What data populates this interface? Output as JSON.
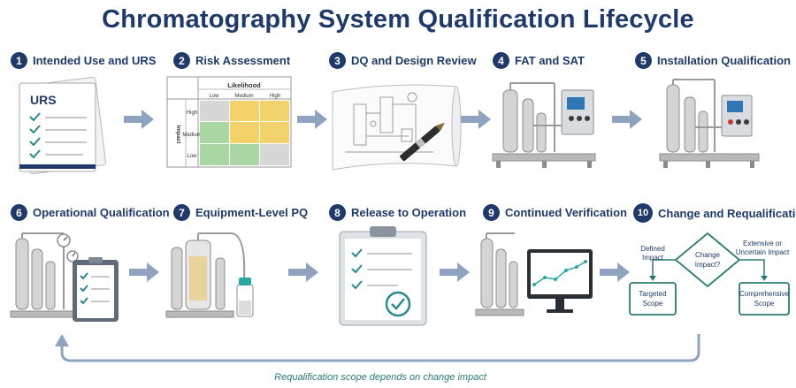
{
  "title": "Chromatography System Qualification Lifecycle",
  "steps": [
    {
      "num": "1",
      "label": "Intended Use and URS"
    },
    {
      "num": "2",
      "label": "Risk Assessment"
    },
    {
      "num": "3",
      "label": "DQ and Design Review"
    },
    {
      "num": "4",
      "label": "FAT and SAT"
    },
    {
      "num": "5",
      "label": "Installation Qualification"
    },
    {
      "num": "6",
      "label": "Operational Qualification"
    },
    {
      "num": "7",
      "label": "Equipment-Level PQ"
    },
    {
      "num": "8",
      "label": "Release to Operation"
    },
    {
      "num": "9",
      "label": "Continued Verification"
    },
    {
      "num": "10",
      "label": "Change and Requalification"
    }
  ],
  "urs_doc": {
    "title": "URS"
  },
  "risk_matrix": {
    "likelihood_label": "Likelihood",
    "impact_label": "Impact",
    "columns": [
      "Low",
      "Medium",
      "High"
    ],
    "rows": [
      "High",
      "Medium",
      "Low"
    ],
    "colors": {
      "green": "#a9d6a3",
      "yellow": "#f3d26b",
      "gray": "#d7d7d7"
    }
  },
  "decision": {
    "center": "Change Impact?",
    "left_branch": "Defined Impact",
    "right_branch": "Extensive or Uncertain Impact",
    "left_outcome": "Targeted Scope",
    "right_outcome": "Comprehensive Scope"
  },
  "footer": "Requalification scope depends on change impact",
  "colors": {
    "navy": "#1f3a68",
    "teal": "#2b7a74",
    "arrow": "#8fa3c0"
  }
}
